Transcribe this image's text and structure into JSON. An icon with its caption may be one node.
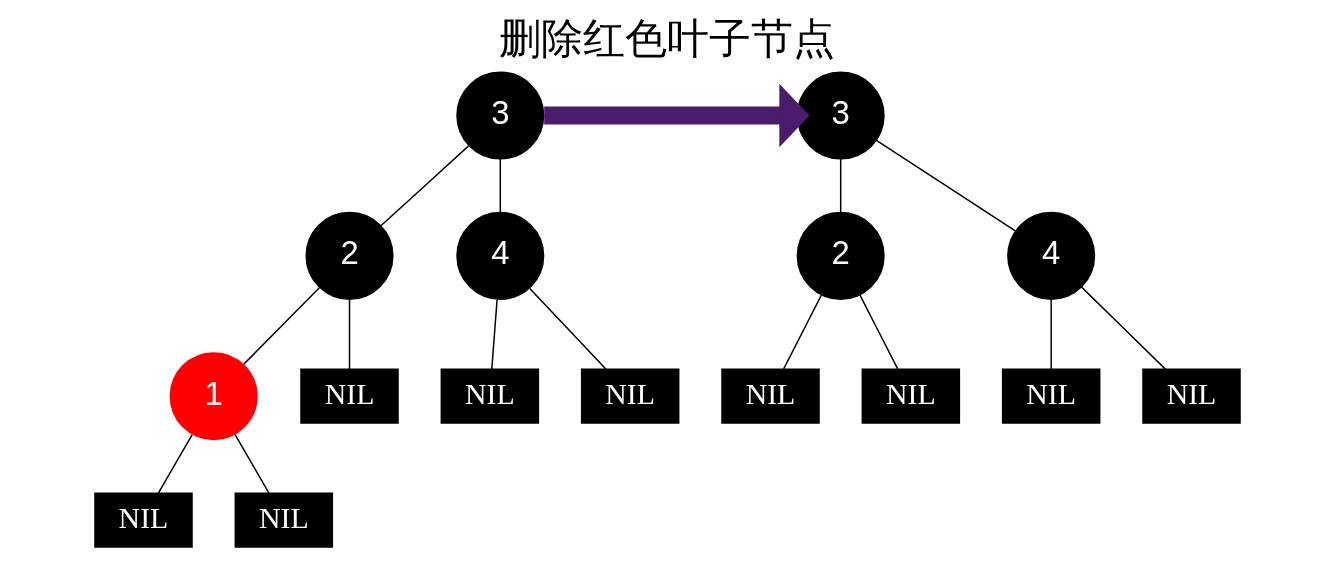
{
  "diagram": {
    "title": "删除红色叶子节点",
    "nodes": [
      {
        "text": [
          "3"
        ]
      },
      {
        "text": [
          "2"
        ]
      },
      {
        "text": [
          "4"
        ]
      },
      {
        "text": [
          "1"
        ]
      },
      {
        "text": [
          "NIL"
        ]
      },
      {
        "text": [
          "NIL"
        ]
      },
      {
        "text": [
          "NIL"
        ]
      },
      {
        "text": [
          "NIL"
        ]
      },
      {
        "text": [
          "NIL"
        ]
      },
      {
        "text": [
          "3"
        ]
      },
      {
        "text": [
          "2"
        ]
      },
      {
        "text": [
          "4"
        ]
      },
      {
        "text": [
          "NIL"
        ]
      },
      {
        "text": [
          "NIL"
        ]
      },
      {
        "text": [
          "NIL"
        ]
      },
      {
        "text": [
          "NIL"
        ]
      }
    ],
    "edges": [
      {
        "from": 0,
        "to": 1,
        "arrow": "none"
      },
      {
        "from": 0,
        "to": 2,
        "arrow": "none"
      },
      {
        "from": 1,
        "to": 3,
        "arrow": "none"
      },
      {
        "from": 1,
        "to": 4,
        "arrow": "none"
      },
      {
        "from": 2,
        "to": 5,
        "arrow": "none"
      },
      {
        "from": 2,
        "to": 6,
        "arrow": "none"
      },
      {
        "from": 3,
        "to": 7,
        "arrow": "none"
      },
      {
        "from": 3,
        "to": 8,
        "arrow": "none"
      },
      {
        "from": 0,
        "to": 9,
        "arrow": "to",
        "style": "thick",
        "color": "#4b1c6e"
      },
      {
        "from": 9,
        "to": 10,
        "arrow": "none"
      },
      {
        "from": 9,
        "to": 11,
        "arrow": "none"
      },
      {
        "from": 10,
        "to": 12,
        "arrow": "none"
      },
      {
        "from": 10,
        "to": 13,
        "arrow": "none"
      },
      {
        "from": 11,
        "to": 14,
        "arrow": "none"
      },
      {
        "from": 11,
        "to": 15,
        "arrow": "none"
      }
    ]
  }
}
